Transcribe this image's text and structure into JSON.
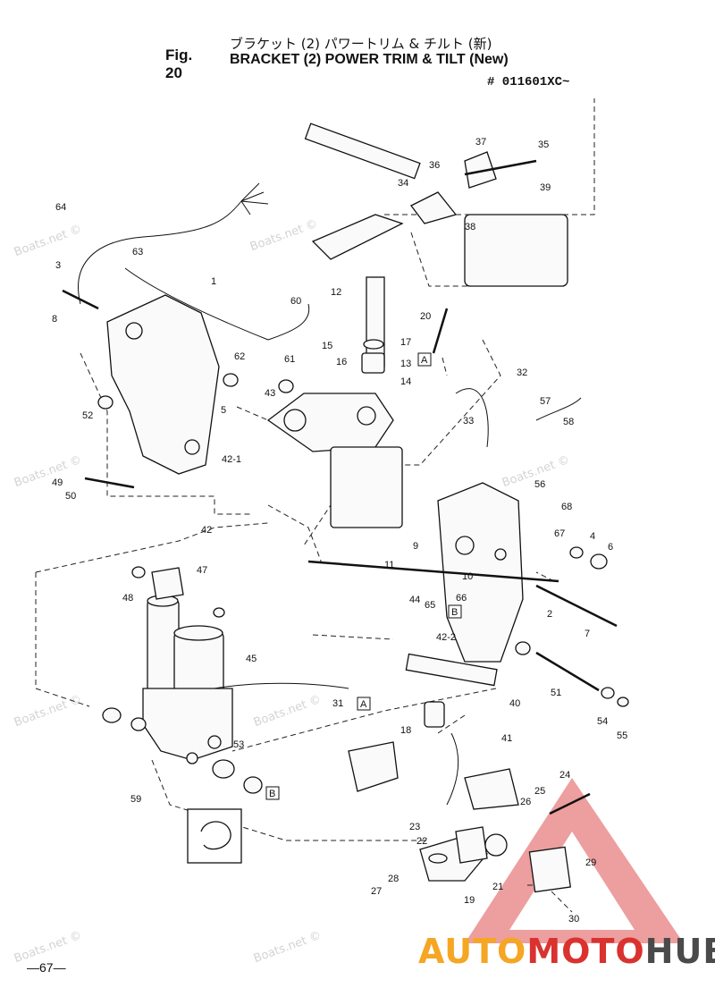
{
  "header": {
    "fig_label": "Fig. 20",
    "title_jp": "ブラケット (2) パワートリム & チルト (新)",
    "title_en": "BRACKET (2) POWER TRIM & TILT (New)",
    "serial": "# 011601XC~"
  },
  "callouts": [
    "1",
    "2",
    "3",
    "4",
    "5",
    "6",
    "7",
    "8",
    "9",
    "10",
    "11",
    "12",
    "13",
    "14",
    "15",
    "16",
    "17",
    "18",
    "19",
    "20",
    "21",
    "22",
    "23",
    "24",
    "25",
    "26",
    "27",
    "28",
    "29",
    "30",
    "31",
    "32",
    "33",
    "34",
    "35",
    "36",
    "37",
    "38",
    "39",
    "40",
    "41",
    "42",
    "43",
    "44",
    "45",
    "47",
    "48",
    "49",
    "50",
    "51",
    "52",
    "53",
    "54",
    "55",
    "56",
    "57",
    "58",
    "59",
    "60",
    "61",
    "62",
    "63",
    "64",
    "65",
    "66",
    "67",
    "68"
  ],
  "callout_extra": [
    "42-1",
    "42-2",
    "A",
    "B"
  ],
  "watermarks": [
    "Boats.net ©"
  ],
  "logo": {
    "part1": "AUTO",
    "part2": "MOTO",
    "part3": "HUB"
  },
  "page_number": "—67—"
}
